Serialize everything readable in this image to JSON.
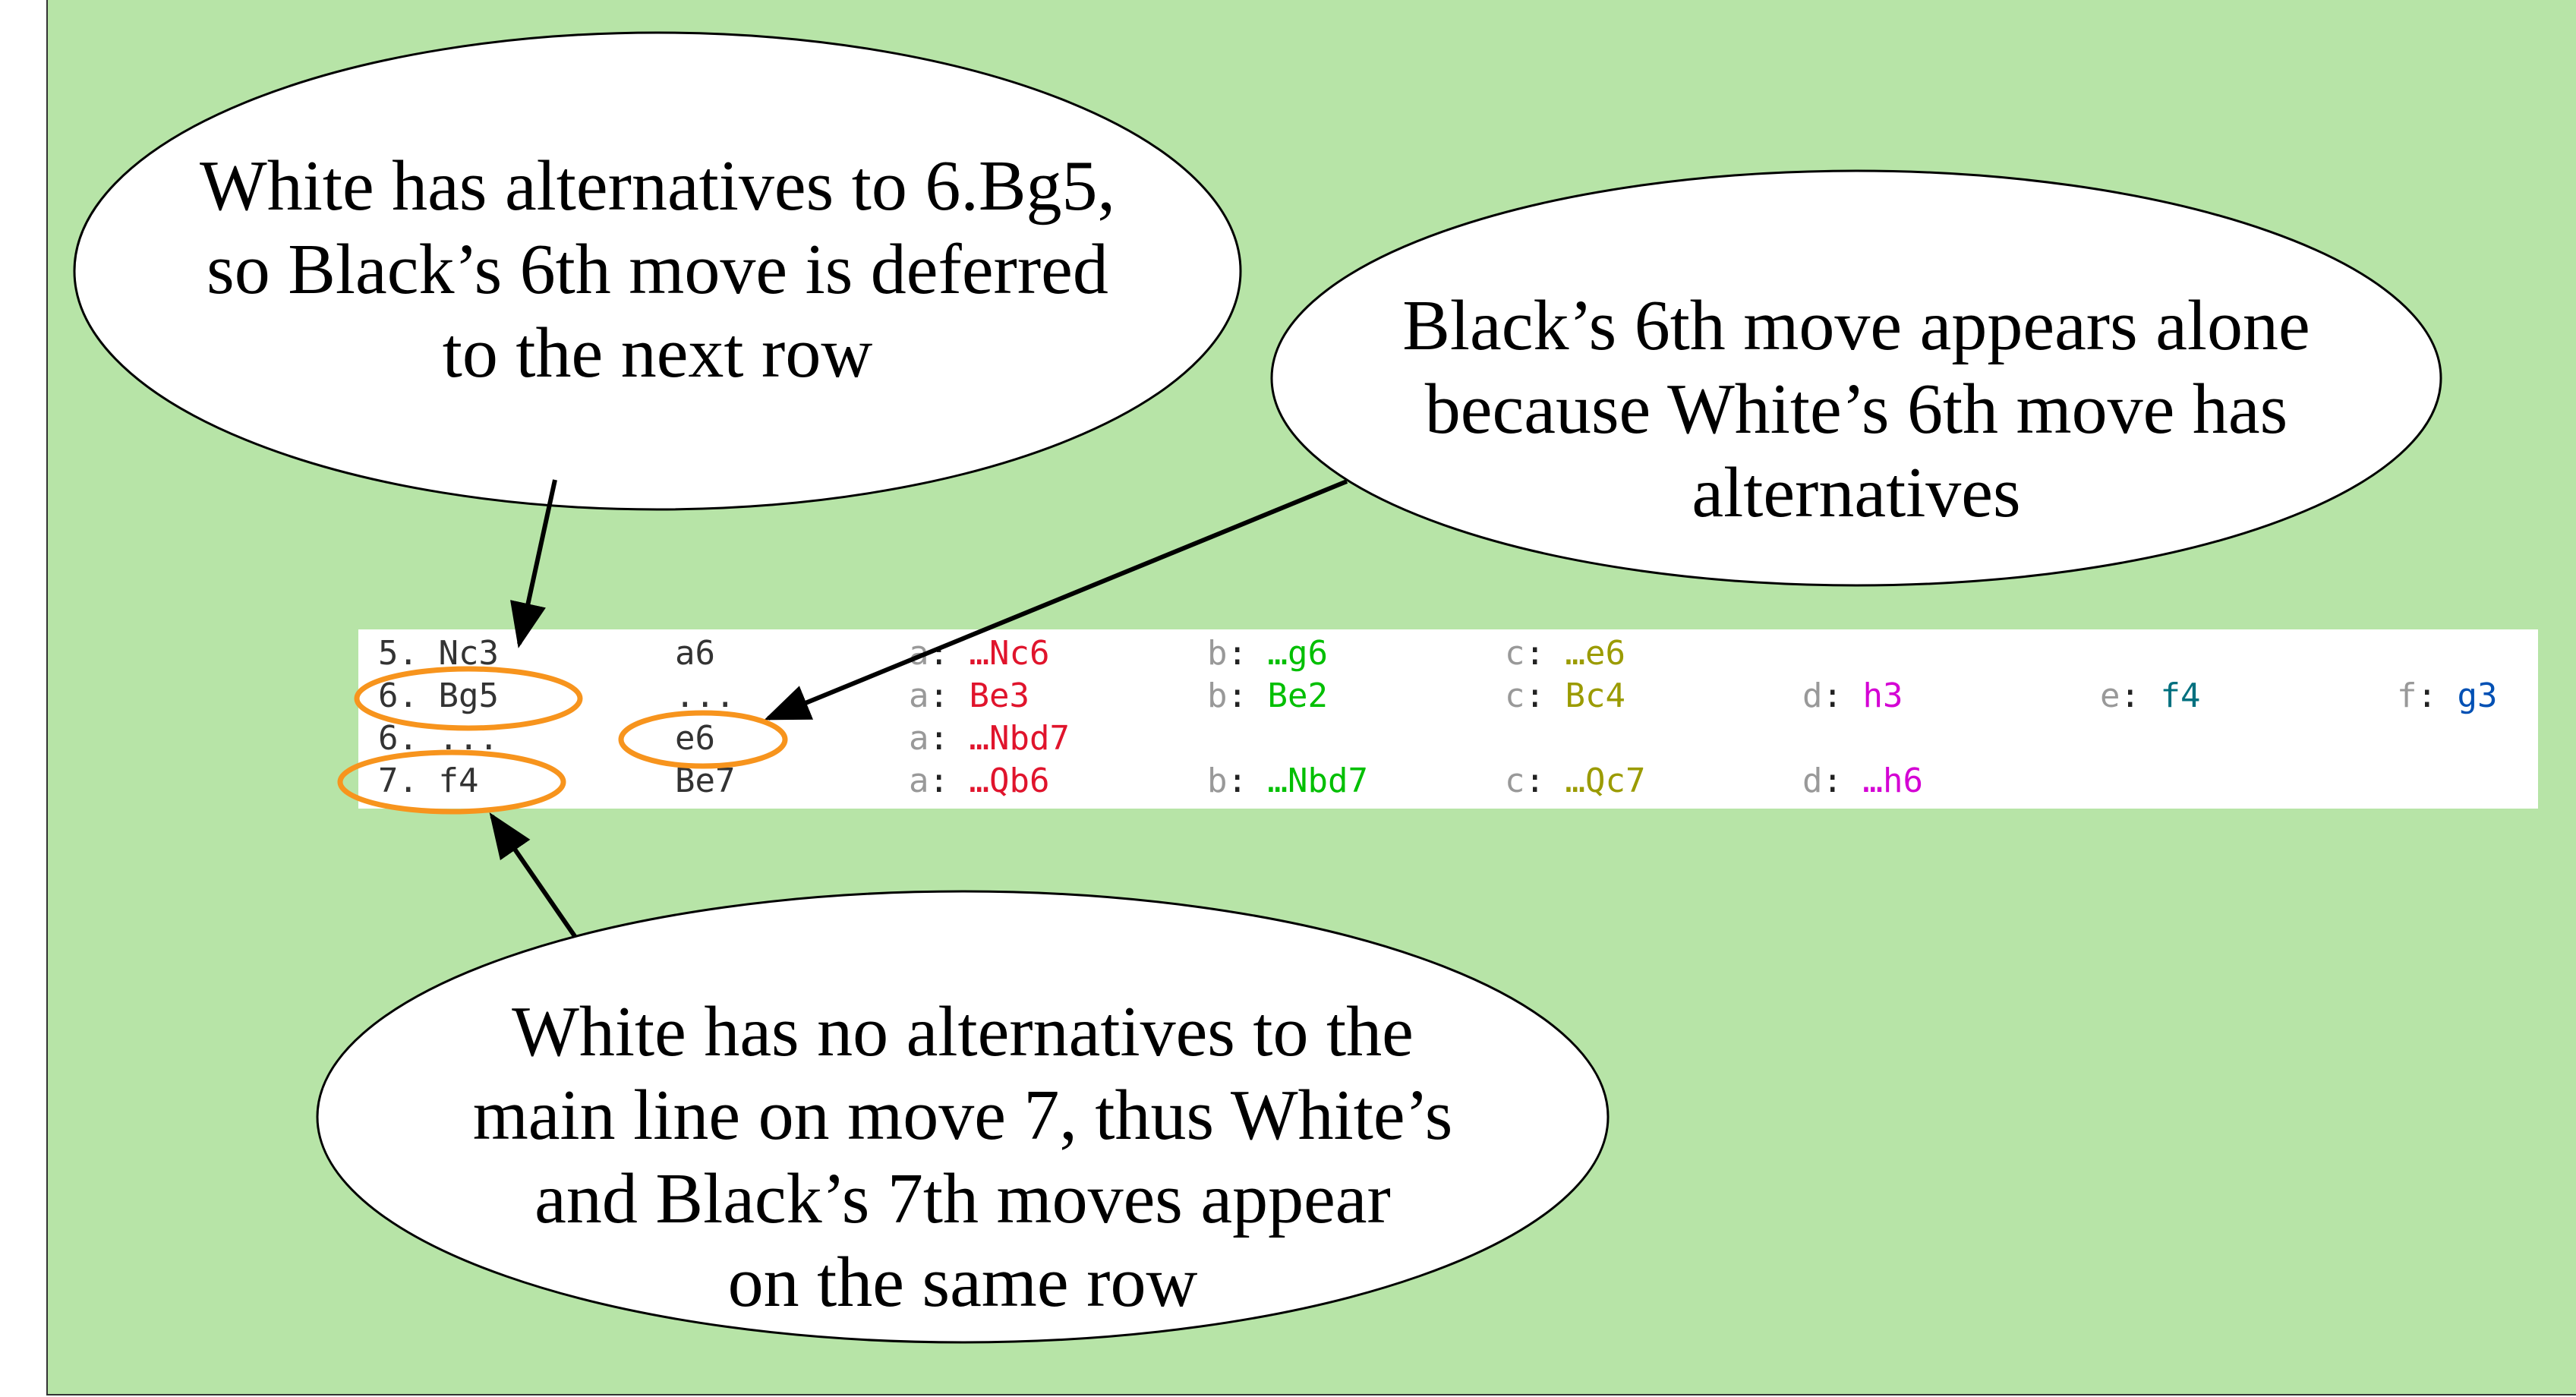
{
  "callouts": [
    {
      "lines": [
        "White has alternatives to 6.Bg5,",
        "so Black’s 6th move is deferred",
        "to the next row"
      ]
    },
    {
      "lines": [
        "Black’s 6th move appears alone",
        "because White’s 6th move has",
        "alternatives"
      ]
    },
    {
      "lines": [
        "White has no alternatives to the",
        "main line on move 7, thus White’s",
        "and Black’s 7th moves appear",
        "on the same row"
      ]
    }
  ],
  "colors": {
    "background": "#b7e4a7",
    "highlight": "#f7941d",
    "a": "#e0142c",
    "b": "#00bf00",
    "c": "#9b9b00",
    "d": "#d400d4",
    "e": "#00707f",
    "f": "#0050b4"
  },
  "rows": [
    {
      "move": "5. Nc3",
      "black": "a6",
      "alts": [
        {
          "letter": "a",
          "move": "…Nc6"
        },
        {
          "letter": "b",
          "move": "…g6"
        },
        {
          "letter": "c",
          "move": "…e6"
        }
      ]
    },
    {
      "move": "6. Bg5",
      "black": "...",
      "alts": [
        {
          "letter": "a",
          "move": "Be3"
        },
        {
          "letter": "b",
          "move": "Be2"
        },
        {
          "letter": "c",
          "move": "Bc4"
        },
        {
          "letter": "d",
          "move": "h3"
        },
        {
          "letter": "e",
          "move": "f4"
        },
        {
          "letter": "f",
          "move": "g3"
        }
      ]
    },
    {
      "move": "6. ...",
      "black": "e6",
      "alts": [
        {
          "letter": "a",
          "move": "…Nbd7"
        }
      ]
    },
    {
      "move": "7. f4",
      "black": "Be7",
      "alts": [
        {
          "letter": "a",
          "move": "…Qb6"
        },
        {
          "letter": "b",
          "move": "…Nbd7"
        },
        {
          "letter": "c",
          "move": "…Qc7"
        },
        {
          "letter": "d",
          "move": "…h6"
        }
      ]
    }
  ]
}
